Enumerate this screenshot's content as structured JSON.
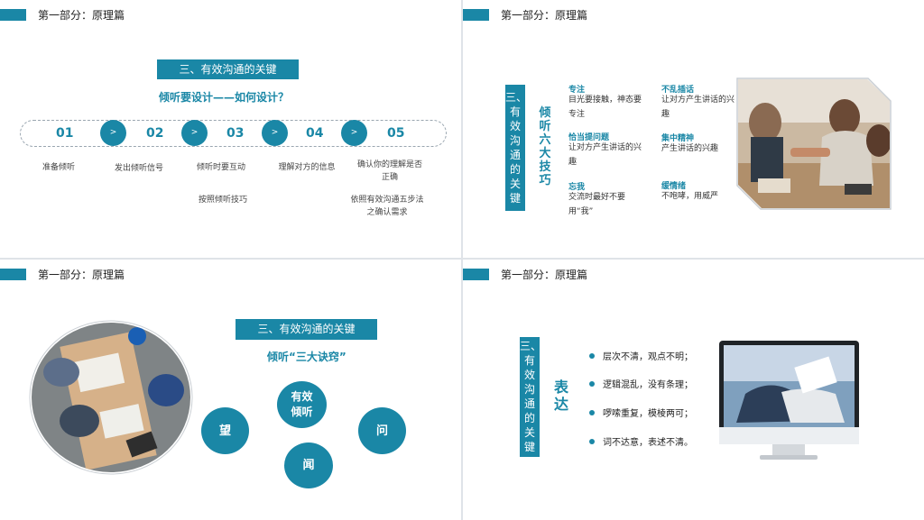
{
  "section_header": "第一部分：原理篇",
  "slide1": {
    "title_box": "三、有效沟通的关键",
    "subtitle": "倾听要设计——如何设计？",
    "steps": [
      {
        "num": "01",
        "label": "准备倾听"
      },
      {
        "num": "02",
        "label": "发出倾听信号"
      },
      {
        "num": "03",
        "label": "倾听时要互动"
      },
      {
        "num": "04",
        "label": "理解对方的信息"
      },
      {
        "num": "05",
        "label": "确认你的理解是否正确"
      }
    ],
    "arrow_glyph": ">",
    "note_03": "按照倾听技巧",
    "note_05": "依照有效沟通五步法之确认需求"
  },
  "slide2": {
    "side_box": "三、有效沟通的关键",
    "vertical_title": "倾听六大技巧",
    "tips": [
      {
        "title": "专注",
        "desc": "目光要接触，神态要专注"
      },
      {
        "title": "恰当提问题",
        "desc": "让对方产生讲话的兴趣"
      },
      {
        "title": "忘我",
        "desc": "交流时最好不要用“我”"
      },
      {
        "title": "不乱插话",
        "desc": "让对方产生讲话的兴趣"
      },
      {
        "title": "集中精神",
        "desc": "产生讲话的兴趣"
      },
      {
        "title": "缓情绪",
        "desc": "不咆哮，用威严"
      }
    ]
  },
  "slide3": {
    "title_box": "三、有效沟通的关键",
    "subtitle": "倾听“三大诀窍”",
    "center": "有效倾听",
    "left": "望",
    "right": "问",
    "bottom": "闻"
  },
  "slide4": {
    "side_box": "三、有效沟通的关键",
    "vertical_title": "表达",
    "bullets": [
      "层次不清，观点不明；",
      "逻辑混乱，没有条理；",
      "啰嗦重复，模棱两可；",
      "词不达意，表述不清。"
    ]
  },
  "colors": {
    "accent": "#1a87a6",
    "background": "#ffffff"
  }
}
